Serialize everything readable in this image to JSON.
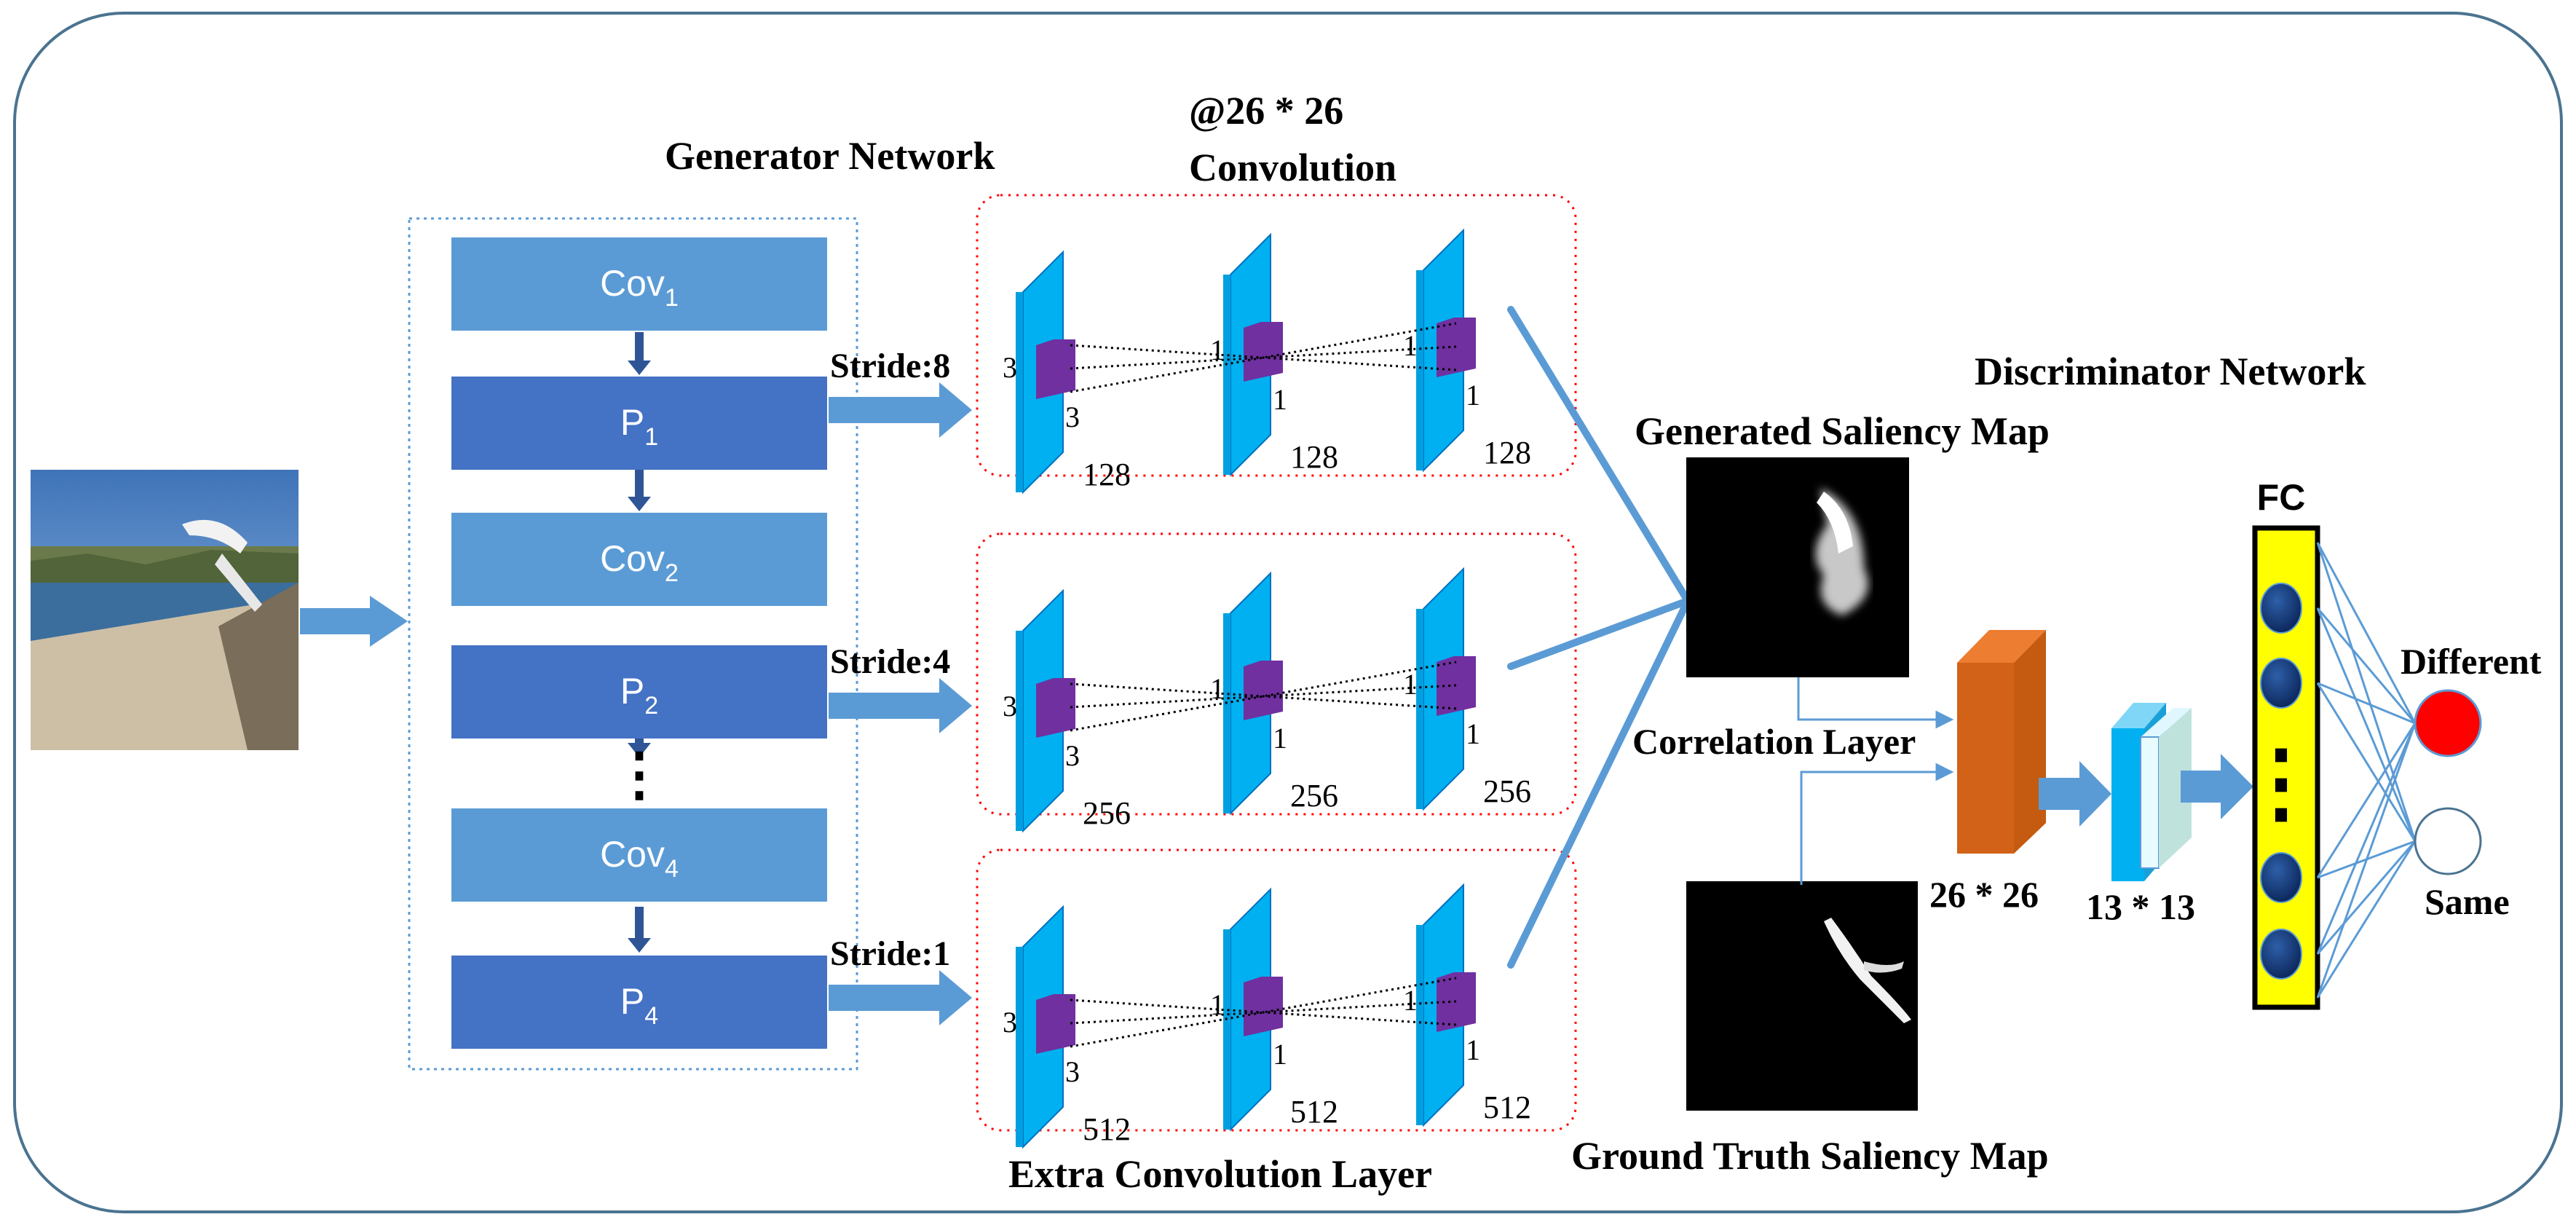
{
  "labels": {
    "generator_network": "Generator Network",
    "conv_size": "@26 * 26",
    "convolution": "Convolution",
    "extra_convolution_layer": "Extra Convolution Layer",
    "discriminator_network": "Discriminator Network",
    "generated_saliency_map": "Generated Saliency Map",
    "ground_truth_saliency_map": "Ground Truth Saliency Map",
    "correlation_layer": "Correlation Layer",
    "size_26": "26 * 26",
    "size_13": "13 * 13",
    "fc": "FC",
    "different": "Different",
    "same": "Same"
  },
  "generator_blocks": [
    {
      "base": "Cov",
      "sub": "1"
    },
    {
      "base": "P",
      "sub": "1"
    },
    {
      "base": "Cov",
      "sub": "2"
    },
    {
      "base": "P",
      "sub": "2"
    },
    {
      "base": "Cov",
      "sub": "4"
    },
    {
      "base": "P",
      "sub": "4"
    }
  ],
  "ellipsis": "⋮",
  "fc_dots": "⋮",
  "branches": [
    {
      "stride": "Stride:8",
      "channels": [
        "128",
        "128",
        "128"
      ],
      "kernels": [
        "3",
        "3",
        "1",
        "1",
        "1",
        "1"
      ]
    },
    {
      "stride": "Stride:4",
      "channels": [
        "256",
        "256",
        "256"
      ],
      "kernels": [
        "3",
        "3",
        "1",
        "1",
        "1",
        "1"
      ]
    },
    {
      "stride": "Stride:1",
      "channels": [
        "512",
        "512",
        "512"
      ],
      "kernels": [
        "3",
        "3",
        "1",
        "1",
        "1",
        "1"
      ]
    }
  ],
  "colors": {
    "frame": "#4a7390",
    "light_block": "#5b9bd5",
    "dark_block": "#4472c4",
    "arrow": "#5b9bd5",
    "cube": "#00b0f0",
    "patch": "#7030a0",
    "dotted_box": "#ff0000",
    "correlation": "#c55a11",
    "fc": "#ffff00",
    "node": "#002060",
    "different": "#ff0000"
  }
}
